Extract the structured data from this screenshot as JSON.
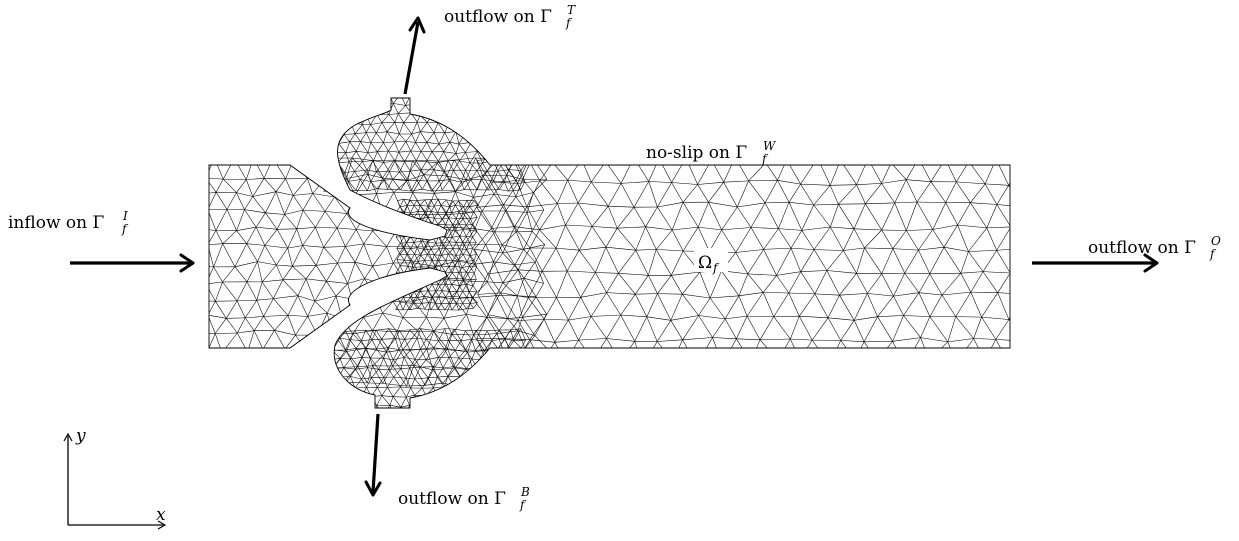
{
  "labels": {
    "inflow": {
      "prefix": "inflow on ",
      "sym": "Γ",
      "sup": "I",
      "sub": "f"
    },
    "outflow_top": {
      "prefix": "outflow on ",
      "sym": "Γ",
      "sup": "T",
      "sub": "f"
    },
    "outflow_bottom": {
      "prefix": "outflow on ",
      "sym": "Γ",
      "sup": "B",
      "sub": "f"
    },
    "outflow_right": {
      "prefix": "outflow on ",
      "sym": "Γ",
      "sup": "O",
      "sub": "f"
    },
    "noslip": {
      "prefix": "no-slip on ",
      "sym": "Γ",
      "sup": "W",
      "sub": "f"
    },
    "domain": {
      "sym": "Ω",
      "sub": "f"
    }
  },
  "axes": {
    "x_label": "x",
    "y_label": "y"
  },
  "colors": {
    "stroke": "#000000",
    "background": "#ffffff"
  }
}
